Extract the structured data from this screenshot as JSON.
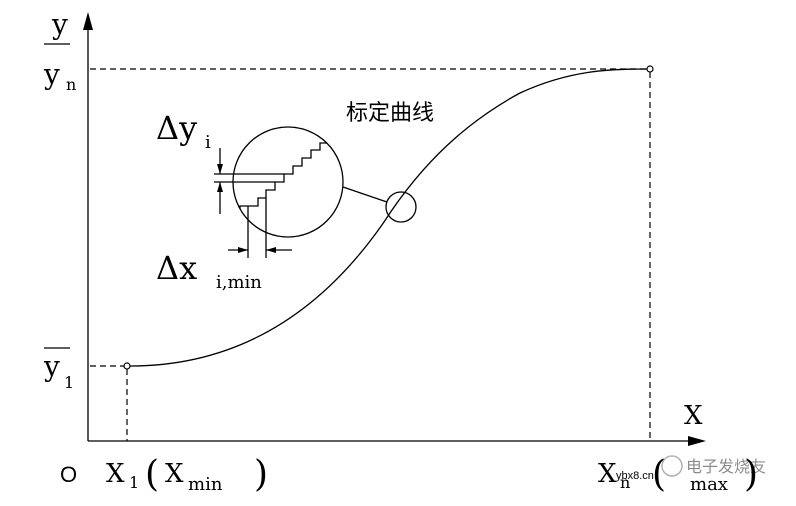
{
  "axes": {
    "y_axis_label": "y",
    "x_axis_label": "X",
    "origin_label": "O"
  },
  "y_ticks": {
    "top": {
      "bar_symbol": "y",
      "subscript": "n"
    },
    "bottom": {
      "bar_symbol": "y",
      "subscript": "1"
    }
  },
  "x_ticks": {
    "left": {
      "symbol": "X",
      "subscript": "1",
      "paren_symbol": "X",
      "paren_subscript": "min"
    },
    "right": {
      "symbol": "X",
      "subscript": "n",
      "paren_subscript": "max"
    }
  },
  "curve": {
    "label": "标定曲线"
  },
  "zoom": {
    "delta_y": {
      "delta": "Δ",
      "symbol": "y",
      "subscript": "i"
    },
    "delta_x": {
      "delta": "Δ",
      "symbol": "x",
      "subscript": "i,min"
    }
  },
  "watermark": {
    "site_text": "ybx8.cn",
    "logo_text": "电子发烧友"
  }
}
